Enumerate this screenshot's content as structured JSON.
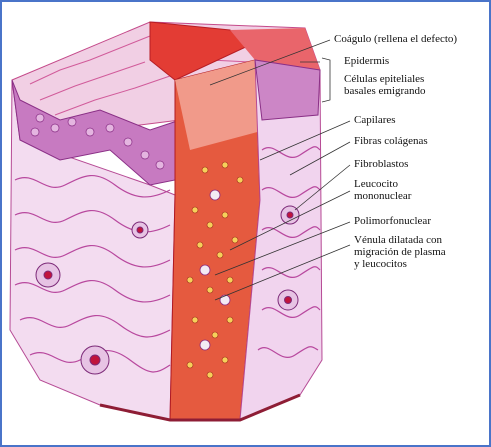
{
  "labels": [
    {
      "id": "coagulo",
      "text": "Coágulo (rellena el defecto)"
    },
    {
      "id": "epidermis",
      "text": "Epidermis"
    },
    {
      "id": "celulas",
      "text": "Células epiteliales\nbasales emigrando"
    },
    {
      "id": "capilares",
      "text": "Capilares"
    },
    {
      "id": "fibras",
      "text": "Fibras colágenas"
    },
    {
      "id": "fibroblastos",
      "text": "Fibroblastos"
    },
    {
      "id": "leucocito",
      "text": "Leucocito\nmononuclear"
    },
    {
      "id": "polimorfo",
      "text": "Polimorfonuclear"
    },
    {
      "id": "venula",
      "text": "Vénula dilatada con\nmigración de plasma\ny leucocitos"
    }
  ],
  "colors": {
    "frame": "#4a74c9",
    "epidermis": "#e9a6c9",
    "dermis": "#f4d8ef",
    "clot": "#e6322e",
    "vessel": "#c0143c"
  }
}
